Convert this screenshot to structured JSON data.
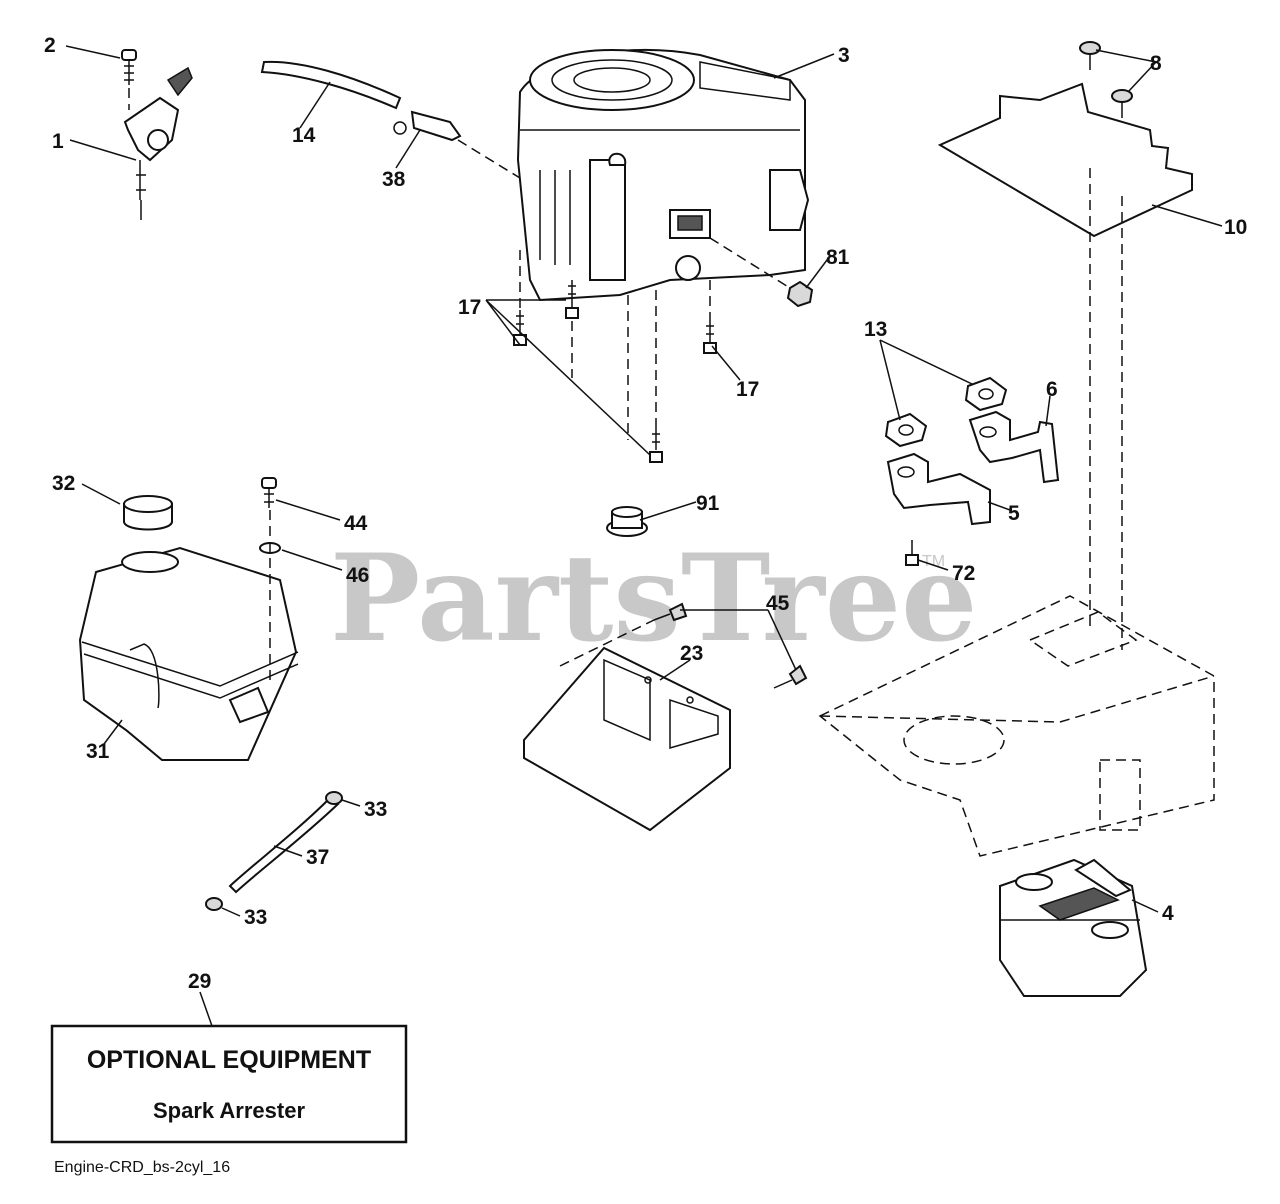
{
  "watermark": {
    "text": "PartsTree",
    "trademark": "TM"
  },
  "labels": {
    "p1": "1",
    "p2": "2",
    "p3": "3",
    "p4": "4",
    "p5": "5",
    "p6": "6",
    "p8": "8",
    "p10": "10",
    "p13": "13",
    "p14": "14",
    "p17a": "17",
    "p17b": "17",
    "p23": "23",
    "p29": "29",
    "p31": "31",
    "p32": "32",
    "p33a": "33",
    "p33b": "33",
    "p37": "37",
    "p38": "38",
    "p44": "44",
    "p45": "45",
    "p46": "46",
    "p72": "72",
    "p81": "81",
    "p91": "91"
  },
  "optional_box": {
    "title": "OPTIONAL EQUIPMENT",
    "subtitle": "Spark Arrester"
  },
  "caption": "Engine-CRD_bs-2cyl_16"
}
